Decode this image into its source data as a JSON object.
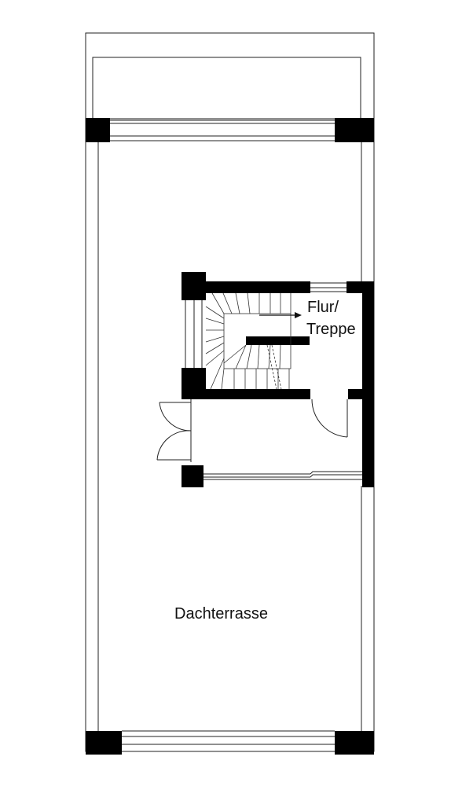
{
  "rooms": {
    "stair_label_line1": "Flur/",
    "stair_label_line2": "Treppe",
    "terrace_label": "Dachterrasse"
  },
  "colors": {
    "wall": "#000000",
    "line": "#222222",
    "background": "#ffffff"
  }
}
